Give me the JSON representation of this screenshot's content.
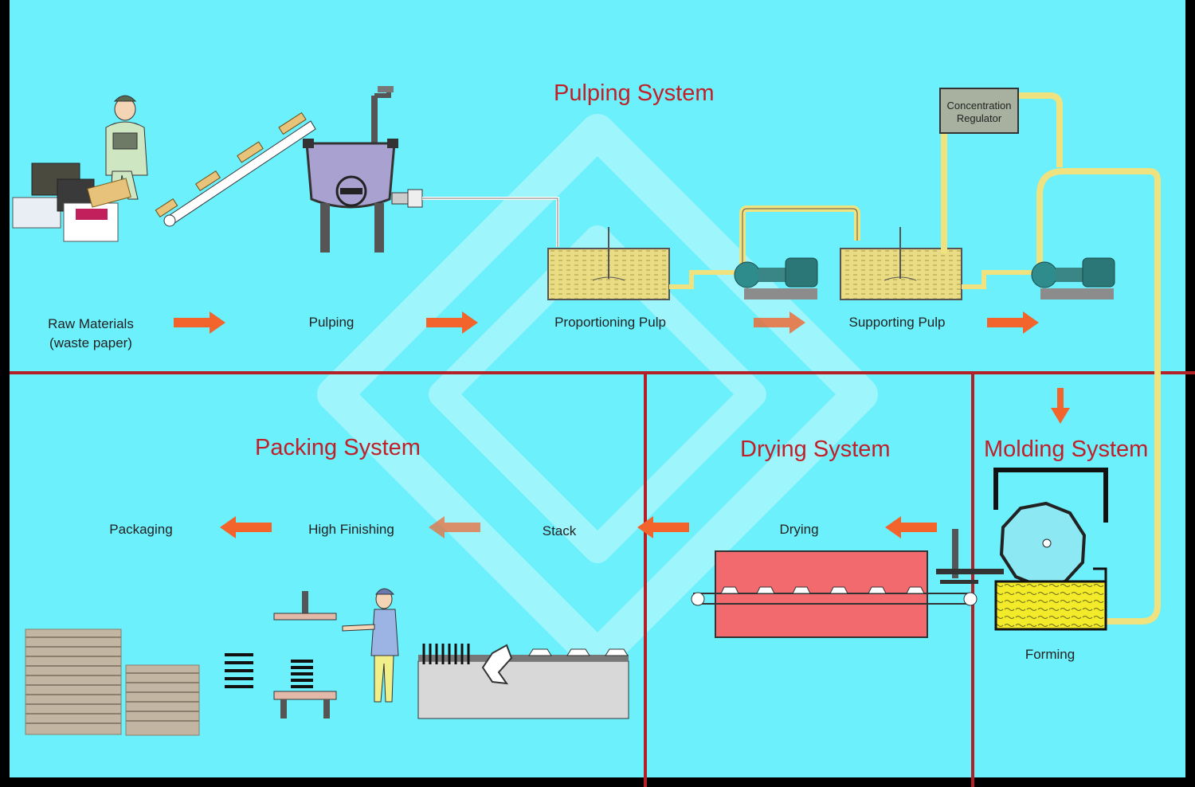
{
  "systems": {
    "pulping": "Pulping System",
    "packing": "Packing System",
    "drying": "Drying System",
    "molding": "Molding System"
  },
  "steps": {
    "raw_materials_line1": "Raw Materials",
    "raw_materials_line2": "(waste paper)",
    "pulping": "Pulping",
    "proportioning": "Proportioning Pulp",
    "supporting": "Supporting Pulp",
    "forming": "Forming",
    "drying": "Drying",
    "stack": "Stack",
    "high_finishing": "High Finishing",
    "packaging": "Packaging"
  },
  "regulator": {
    "line1": "Concentration",
    "line2": "Regulator"
  },
  "colors": {
    "background": "#6cf0fb",
    "system_title": "#c0202a",
    "divider": "#b32025",
    "arrow": "#f2642c",
    "pulp": "#e8d97a",
    "dryer": "#f26a6e",
    "pipe": "#f0e27e"
  }
}
